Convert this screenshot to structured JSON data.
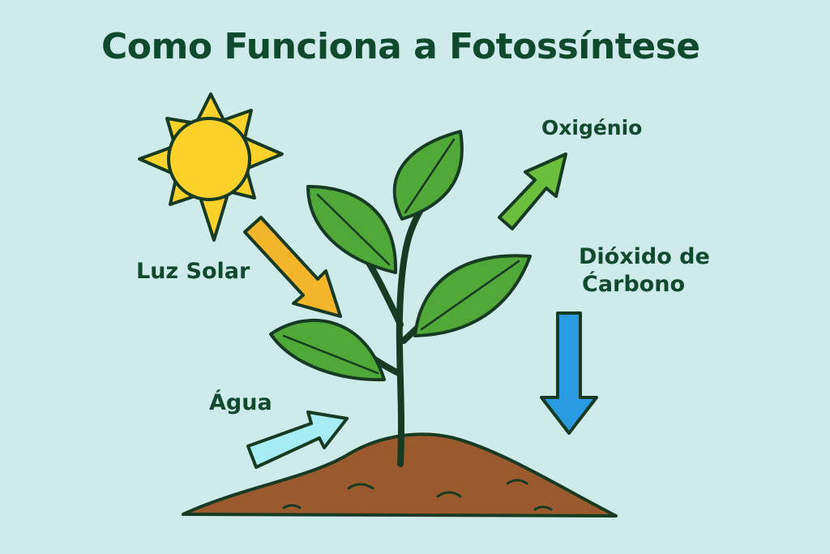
{
  "title": "Como Funciona a Fotossíntese",
  "labels": {
    "sunlight": "Luz Solar",
    "oxygen": "Oxigénio",
    "co2_line1": "Dióxido de",
    "co2_line2": "Ćarbono",
    "water": "Água"
  },
  "colors": {
    "background": "#cfeaea",
    "text": "#0f4a2e",
    "sun": "#fcd12a",
    "sun_arrow": "#f5b52a",
    "oxygen_arrow": "#6bbf3c",
    "co2_arrow": "#2a9be0",
    "water_arrow": "#a6ecf4",
    "leaf": "#4fa838",
    "soil": "#9a5a2e"
  }
}
